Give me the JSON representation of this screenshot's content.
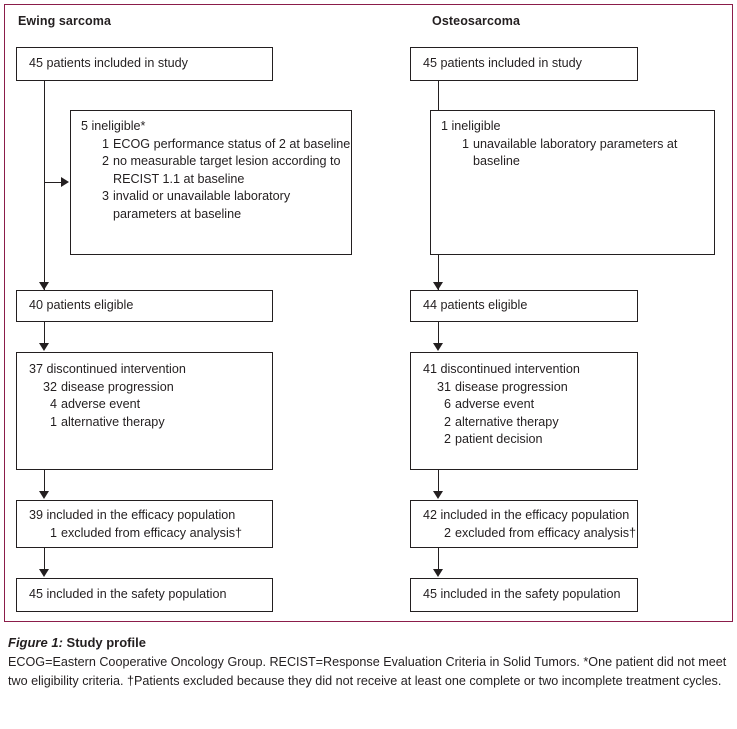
{
  "figure": {
    "frame_color": "#8b1d4a",
    "text_color": "#231f20",
    "caption_label": "Figure 1:",
    "caption_title": " Study profile",
    "caption_body": "ECOG=Eastern Cooperative Oncology Group. RECIST=Response Evaluation Criteria in Solid Tumors. *One patient did not meet two eligibility criteria. †Patients excluded because they did not receive at least one complete or two incomplete treatment cycles."
  },
  "columns": {
    "left": {
      "heading": "Ewing sarcoma",
      "enrolled": "45 patients included in study",
      "ineligible_title": "5 ineligible*",
      "ineligible_items": [
        {
          "num": "1",
          "text": "ECOG performance status of 2 at baseline"
        },
        {
          "num": "2",
          "text": "no measurable target lesion according to RECIST 1.1 at baseline"
        },
        {
          "num": "3",
          "text": "invalid or unavailable laboratory parameters at baseline"
        }
      ],
      "eligible": "40 patients eligible",
      "discontinued_title": "37 discontinued intervention",
      "discontinued_items": [
        {
          "num": "32",
          "text": "disease progression"
        },
        {
          "num": "4",
          "text": "adverse event"
        },
        {
          "num": "1",
          "text": "alternative therapy"
        }
      ],
      "efficacy_title": "39 included in the efficacy population",
      "efficacy_items": [
        {
          "num": "1",
          "text": "excluded from efficacy analysis†"
        }
      ],
      "safety": "45 included in the safety population"
    },
    "right": {
      "heading": "Osteosarcoma",
      "enrolled": "45 patients included in study",
      "ineligible_title": "1 ineligible",
      "ineligible_items": [
        {
          "num": "1",
          "text": "unavailable laboratory parameters at baseline"
        }
      ],
      "eligible": "44 patients eligible",
      "discontinued_title": "41 discontinued intervention",
      "discontinued_items": [
        {
          "num": "31",
          "text": "disease progression"
        },
        {
          "num": "6",
          "text": "adverse event"
        },
        {
          "num": "2",
          "text": "alternative therapy"
        },
        {
          "num": "2",
          "text": "patient decision"
        }
      ],
      "efficacy_title": "42 included in the efficacy population",
      "efficacy_items": [
        {
          "num": "2",
          "text": "excluded from efficacy analysis†"
        }
      ],
      "safety": "45 included in the safety population"
    }
  }
}
